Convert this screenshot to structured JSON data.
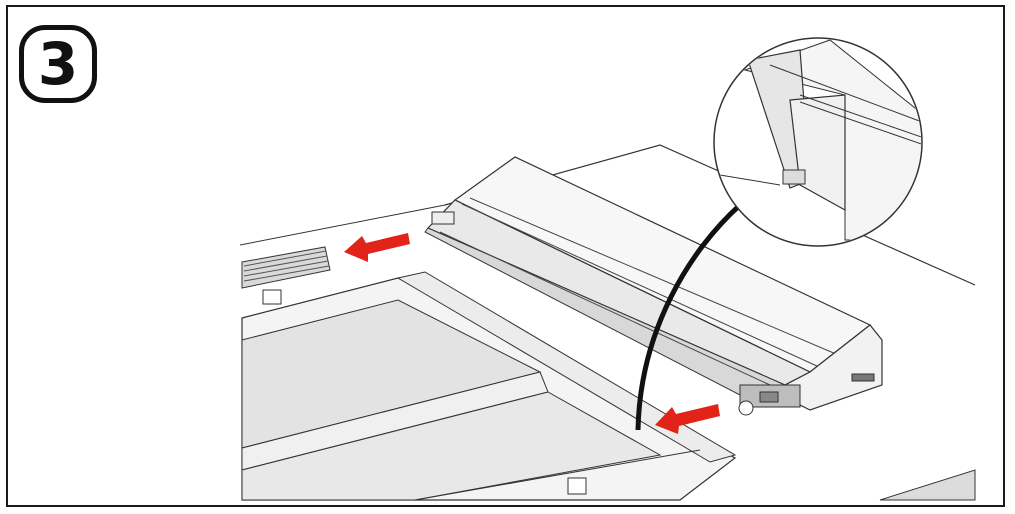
{
  "step": {
    "number": "3"
  },
  "diagram": {
    "detail_callout": "circle-magnifier",
    "arrows": {
      "count": 2,
      "color": "#e2231a",
      "direction": "left"
    },
    "colors": {
      "outline": "#333333",
      "light_gray": "#f2f2f2",
      "mid_gray": "#d9d9d9",
      "dark_gray": "#bdbdbd",
      "glass": "#e6e6e6",
      "arrow_red": "#e2231a"
    }
  }
}
